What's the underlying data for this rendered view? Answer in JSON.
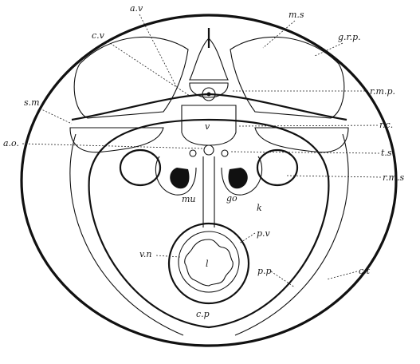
{
  "labels": {
    "av": "a.v",
    "cv": "c.v",
    "ms": "m.s",
    "grp": "g.r.p.",
    "rmp": "r.m.p.",
    "sm": "s.m",
    "ao": "a.o.",
    "rc": "r.c.",
    "ts": "t.s.",
    "rms": "r.m.s",
    "mu": "mu",
    "go": "go",
    "k": "k",
    "pv": "p.v",
    "vn": "v.n",
    "pp": "p.p",
    "ct": "c.t",
    "cp": "c.p",
    "v": "v",
    "l": "l"
  },
  "colors": {
    "ink": "#111111",
    "paper": "#ffffff",
    "stipple": "#e9e9e9"
  }
}
